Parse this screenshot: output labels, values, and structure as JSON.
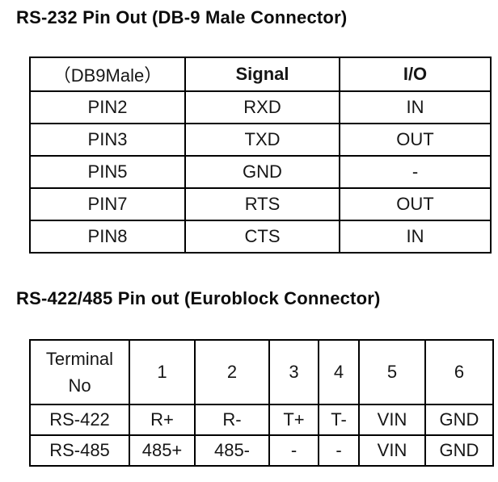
{
  "colors": {
    "background": "#ffffff",
    "text": "#131313",
    "table_border": "#000000"
  },
  "sections": {
    "rs232": {
      "heading": "RS-232 Pin Out (DB-9 Male Connector)",
      "table": {
        "headers": [
          "（DB9Male）",
          "Signal",
          "I/O"
        ],
        "rows": [
          [
            "PIN2",
            "RXD",
            "IN"
          ],
          [
            "PIN3",
            "TXD",
            "OUT"
          ],
          [
            "PIN5",
            "GND",
            "-"
          ],
          [
            "PIN7",
            "RTS",
            "OUT"
          ],
          [
            "PIN8",
            "CTS",
            "IN"
          ]
        ]
      }
    },
    "rs422": {
      "heading": "RS-422/485 Pin out (Euroblock Connector)",
      "table": {
        "headers": [
          "Terminal No",
          "1",
          "2",
          "3",
          "4",
          "5",
          "6"
        ],
        "rows": [
          [
            "RS-422",
            "R+",
            "R-",
            "T+",
            "T-",
            "VIN",
            "GND"
          ],
          [
            "RS-485",
            "485+",
            "485-",
            "-",
            "-",
            "VIN",
            "GND"
          ]
        ]
      }
    }
  }
}
